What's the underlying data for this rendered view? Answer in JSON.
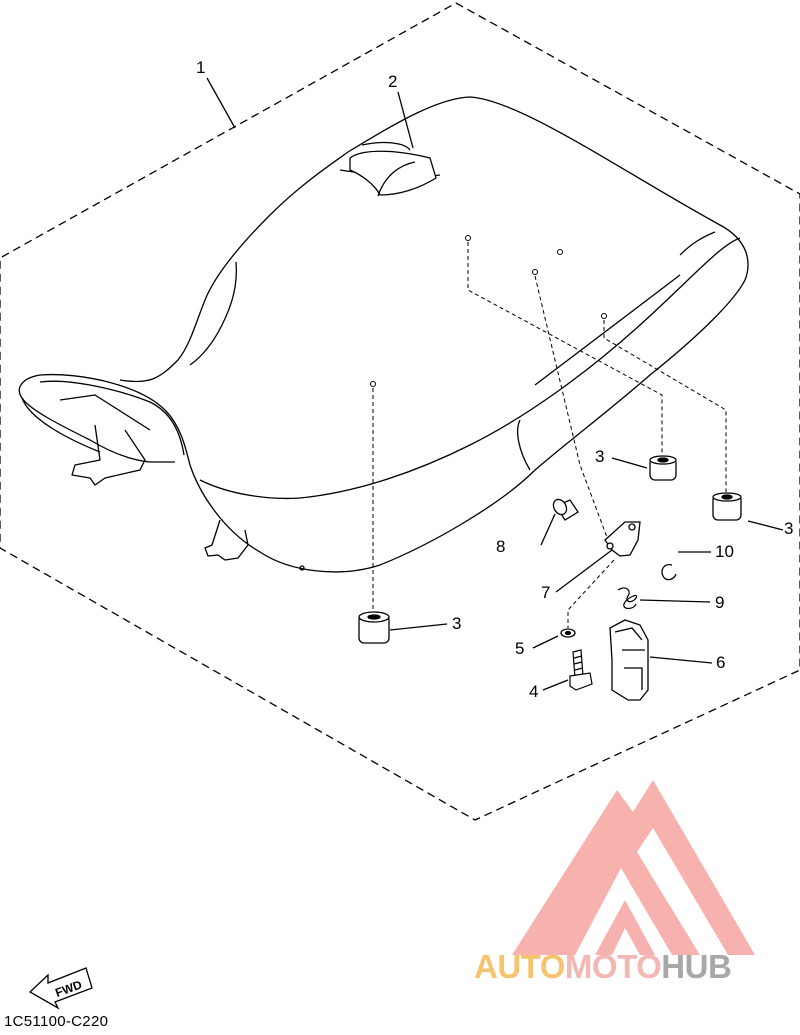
{
  "diagram": {
    "callouts": [
      {
        "id": "1",
        "label": "1"
      },
      {
        "id": "2",
        "label": "2"
      },
      {
        "id": "3a",
        "label": "3"
      },
      {
        "id": "3b",
        "label": "3"
      },
      {
        "id": "3c",
        "label": "3"
      },
      {
        "id": "4",
        "label": "4"
      },
      {
        "id": "5",
        "label": "5"
      },
      {
        "id": "6",
        "label": "6"
      },
      {
        "id": "7",
        "label": "7"
      },
      {
        "id": "8",
        "label": "8"
      },
      {
        "id": "9",
        "label": "9"
      },
      {
        "id": "10",
        "label": "10"
      }
    ],
    "fwd_label": "FWD",
    "figure_code": "1C51100-C220"
  },
  "watermark": {
    "part1": "AUTO",
    "part2": "MOTO",
    "part3": "HUB",
    "colors": {
      "auto": "#f6c36f",
      "moto": "#f4b7b3",
      "hub": "#a8a8a8",
      "logo": "#f6a4a0"
    }
  }
}
